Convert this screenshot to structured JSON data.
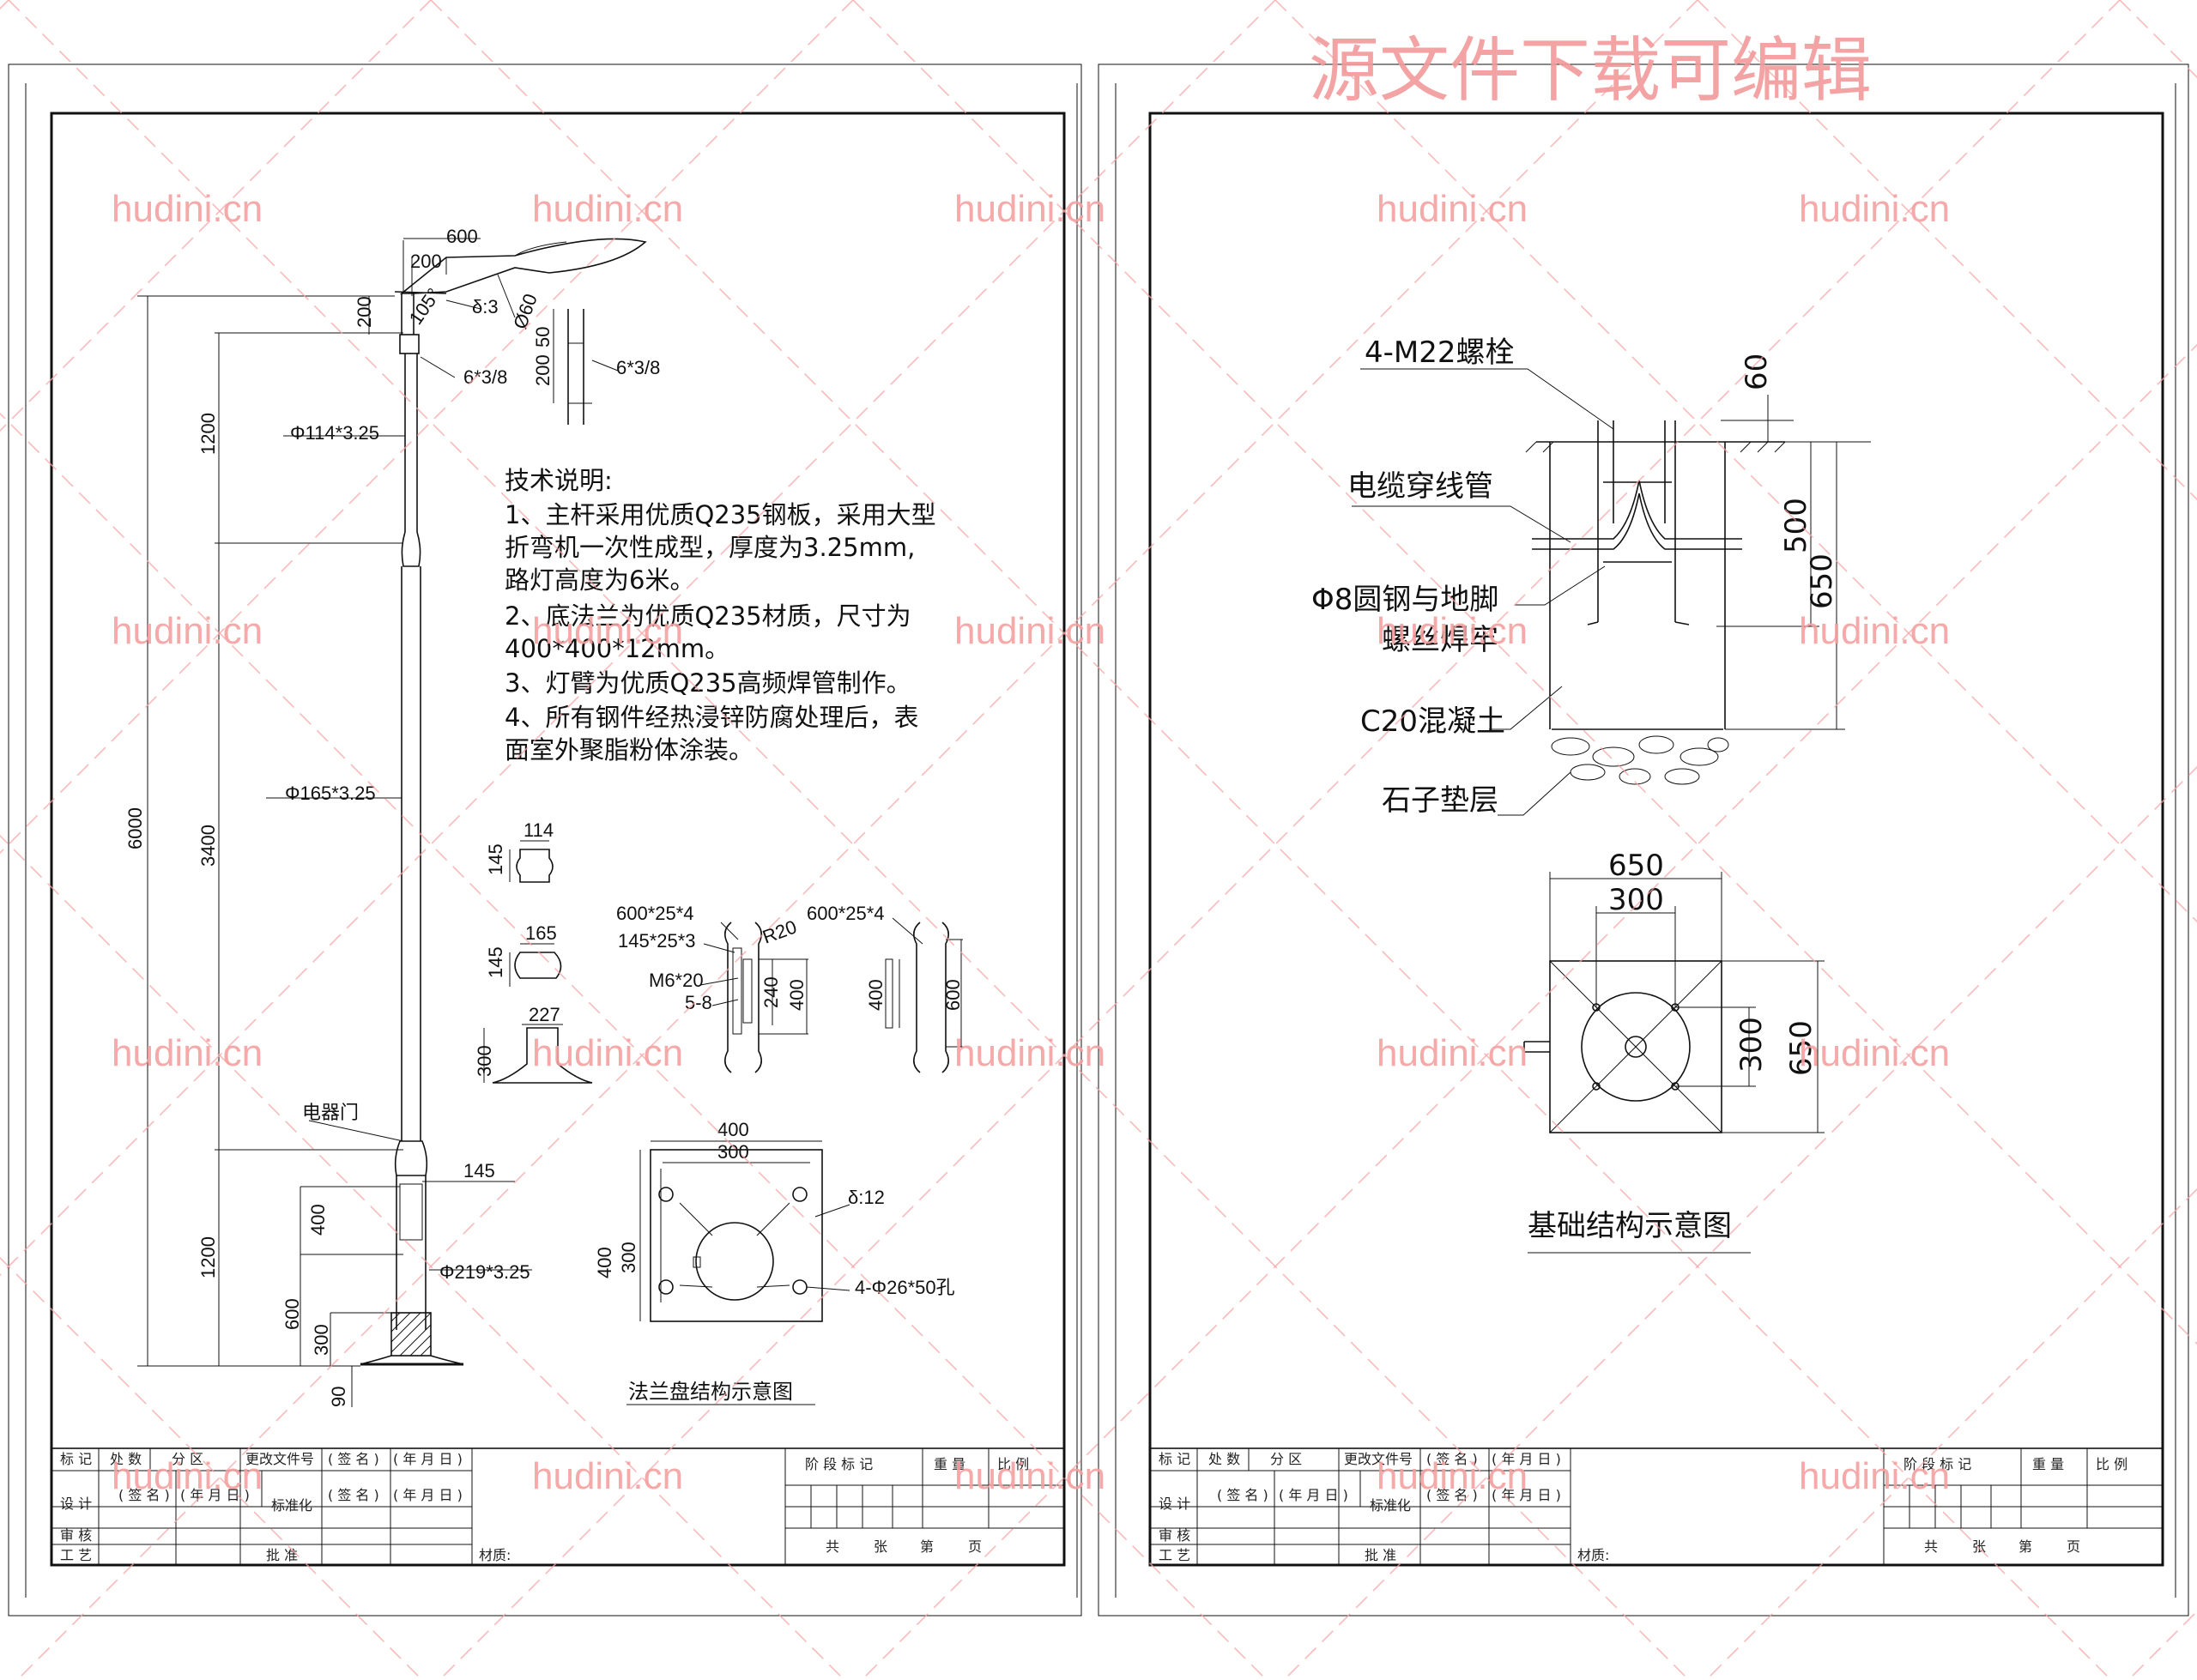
{
  "watermark": {
    "title": "源文件下载可编辑",
    "site": "hudini.cn"
  },
  "left_sheet": {
    "pole": {
      "dims": {
        "arm_len": "600",
        "arm_inner": "200",
        "arm_rise": "200",
        "arm_angle": "105°",
        "thickness": "δ:3",
        "lamp_dia": "Ø60",
        "weld": "6*3/8",
        "top_pipe": "Φ114*3.25",
        "mid_pipe": "Φ165*3.25",
        "base_pipe": "Φ219*3.25",
        "total_height": "6000",
        "seg_top": "1200",
        "seg_mid": "3400",
        "seg_low": "1200",
        "door_w": "145",
        "door_h": "400",
        "base_600": "600",
        "base_300": "300",
        "base_90": "90"
      },
      "door_label": "电器门"
    },
    "detail_arm": {
      "d50": "50",
      "d200": "200",
      "weld": "6*3/8"
    },
    "notes": {
      "title": "技术说明:",
      "lines": [
        "1、主杆采用优质Q235钢板，采用大型",
        "折弯机一次性成型，厚度为3.25mm,",
        "路灯高度为6米。",
        "2、底法兰为优质Q235材质，尺寸为",
        "400*400*12mm。",
        "3、灯臂为优质Q235高频焊管制作。",
        "4、所有钢件经热浸锌防腐处理后，表",
        "面室外聚脂粉体涂装。"
      ]
    },
    "collars": {
      "c1_w": "114",
      "c1_h": "145",
      "c2_w": "165",
      "c2_h": "145",
      "c3_w": "227",
      "c3_h": "300"
    },
    "door_detail": {
      "plate1": "600*25*4",
      "plate2": "145*25*3",
      "bolt": "M6*20",
      "gap": "5-8",
      "radius": "R20",
      "h240": "240",
      "h400": "400",
      "plate3": "600*25*4",
      "h400b": "400",
      "h600": "600"
    },
    "flange": {
      "outer": "400",
      "inner": "300",
      "outer_v": "400",
      "inner_v": "300",
      "thickness": "δ:12",
      "holes": "4-Φ26*50孔",
      "caption": "法兰盘结构示意图"
    }
  },
  "right_sheet": {
    "foundation": {
      "bolt_label": "4-M22螺栓",
      "cable_label": "电缆穿线管",
      "rebar_label_1": "Φ8圆钢与地脚",
      "rebar_label_2": "螺丝焊牢",
      "concrete_label": "C20混凝土",
      "gravel_label": "石子垫层",
      "d60": "60",
      "d500": "500",
      "d650": "650"
    },
    "plan": {
      "w650": "650",
      "w300": "300",
      "h300": "300",
      "h650": "650",
      "caption": "基础结构示意图"
    }
  },
  "title_block": {
    "row1": [
      "标 记",
      "处 数",
      "分 区",
      "更改文件号",
      "( 签 名 )",
      "( 年 月 日 )"
    ],
    "row2": [
      "设 计",
      "( 签 名 )",
      "( 年 月 日 )",
      "标准化",
      "( 签 名 )",
      "( 年 月 日 )"
    ],
    "row3": [
      "审 核"
    ],
    "row4": [
      "工 艺",
      "批 准"
    ],
    "material": "材质:",
    "stage": "阶 段 标 记",
    "weight": "重 量",
    "scale": "比 例",
    "sheets": [
      "共",
      "张",
      "第",
      "页"
    ]
  }
}
